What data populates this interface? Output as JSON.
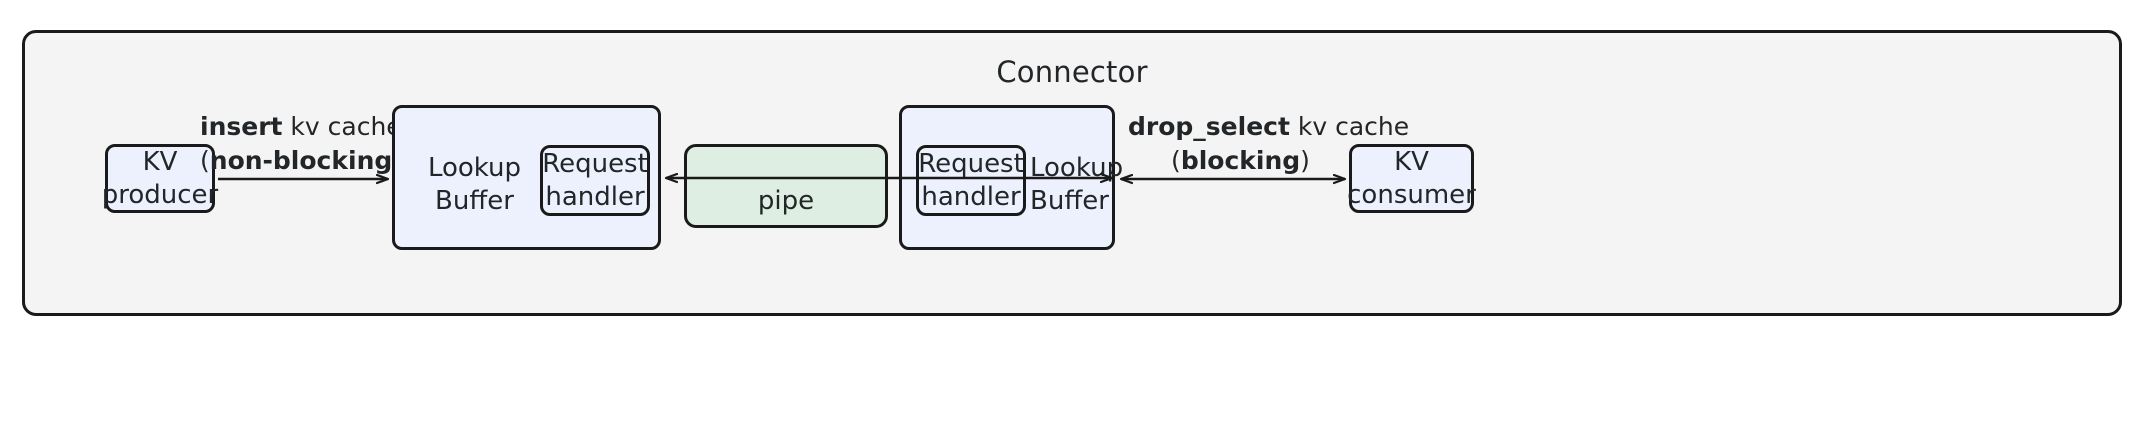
{
  "diagram": {
    "container": {
      "title": "Connector",
      "fill": "#f4f4f4",
      "stroke": "#1a1a1a"
    },
    "colors": {
      "node_fill": "#edf1fd",
      "pipe_fill": "#dfeee2",
      "stroke": "#1a1a1a",
      "text": "#232629"
    },
    "nodes": {
      "kv_producer": "KV\nproducer",
      "kv_consumer": "KV\nconsumer",
      "left_lookup_buffer": "Lookup\nBuffer",
      "left_request_handler": "Request\nhandler",
      "right_request_handler": "Request\nhandler",
      "right_lookup_buffer": "Lookup\nBuffer",
      "pipe": "pipe"
    },
    "edges": {
      "insert": {
        "bold_1": "insert",
        "plain_1": " kv cache",
        "paren_open": "(",
        "bold_2": "non-blocking",
        "paren_close": ")",
        "direction": "right"
      },
      "drop_select": {
        "bold_1": "drop_select",
        "plain_1": " kv cache",
        "paren_open": "(",
        "bold_2": "blocking",
        "paren_close": ")",
        "direction": "both"
      },
      "pipe_edge": {
        "direction": "both"
      }
    }
  }
}
